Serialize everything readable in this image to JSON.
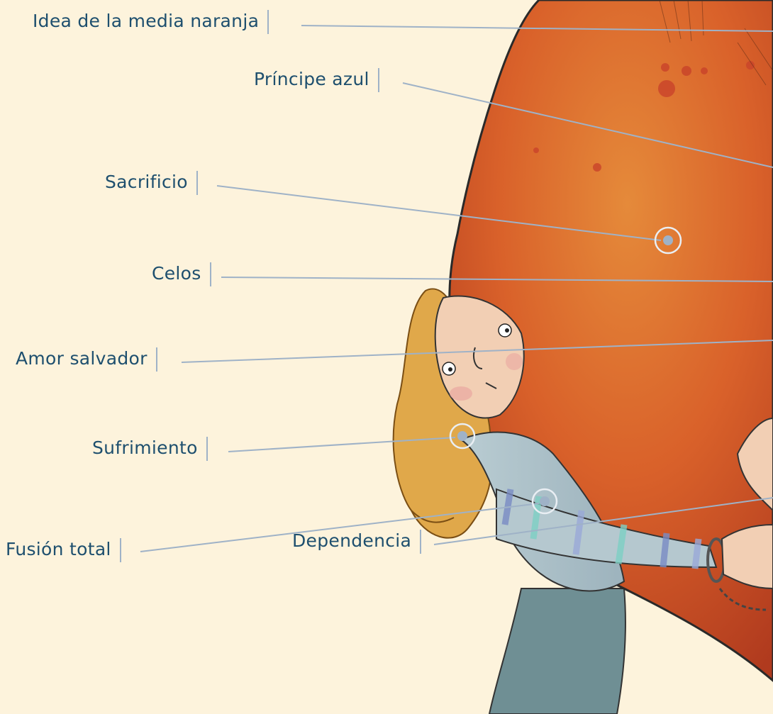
{
  "labels": {
    "media_naranja": "Idea de la media naranja",
    "principe": "Príncipe azul",
    "sacrificio": "Sacrificio",
    "celos": "Celos",
    "amor_salvador": "Amor salvador",
    "sufrimiento": "Sufrimiento",
    "fusion": "Fusión total",
    "dependencia": "Dependencia"
  },
  "colors": {
    "background": "#fdf3dc",
    "label_text": "#1e4f6e",
    "leader_line": "#9fb2c7",
    "orange": "#d9672c",
    "hair": "#e0a84a",
    "shirt": "#a9c3cc"
  }
}
